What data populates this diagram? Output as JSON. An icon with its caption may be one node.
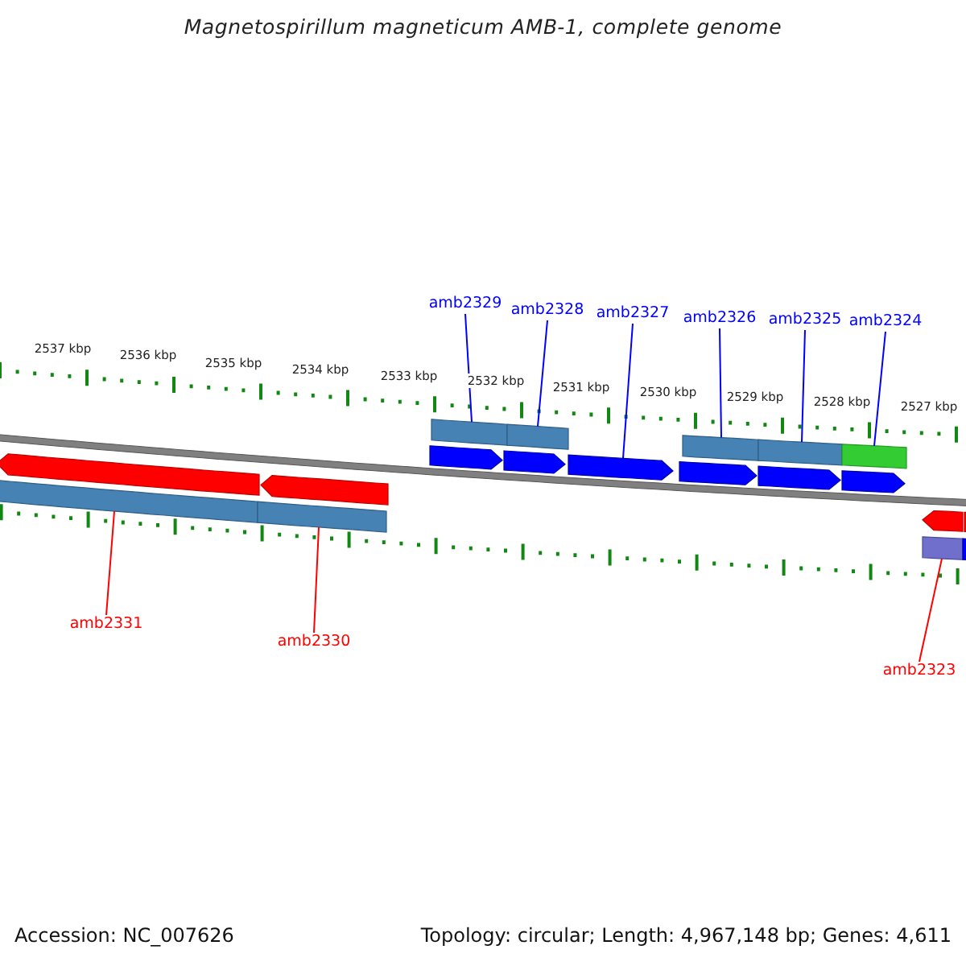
{
  "diagram": {
    "title": "Magnetospirillum magneticum AMB-1, complete genome",
    "nodes": [
      {
        "text": [
          "amb2329"
        ]
      },
      {
        "text": [
          "amb2328"
        ]
      },
      {
        "text": [
          "amb2327"
        ]
      },
      {
        "text": [
          "amb2326"
        ]
      },
      {
        "text": [
          "amb2325"
        ]
      },
      {
        "text": [
          "amb2324"
        ]
      },
      {
        "text": [
          "amb2331"
        ]
      },
      {
        "text": [
          "amb2330"
        ]
      },
      {
        "text": [
          "amb2323"
        ]
      },
      {
        "text": [],
        "shape": "bar"
      },
      {
        "text": [],
        "shape": "bar"
      },
      {
        "text": [],
        "shape": "bar"
      },
      {
        "text": [],
        "shape": "bar"
      },
      {
        "text": [],
        "shape": "bar"
      },
      {
        "text": [],
        "shape": "block"
      },
      {
        "text": [],
        "shape": "block"
      },
      {
        "text": [],
        "shape": "block"
      },
      {
        "text": [],
        "shape": "block"
      },
      {
        "text": [],
        "shape": "block"
      },
      {
        "text": [],
        "shape": "block"
      },
      {
        "text": [],
        "shape": "block"
      },
      {
        "text": [],
        "shape": "block"
      },
      {
        "text": [],
        "shape": "block"
      },
      {
        "text": [],
        "shape": "block"
      },
      {
        "text": [],
        "shape": "bar"
      },
      {
        "text": [],
        "shape": "bar"
      },
      {
        "text": [],
        "shape": "bar"
      },
      {
        "text": [],
        "shape": "bar"
      }
    ],
    "edges": [
      {
        "from": 0,
        "to": 9,
        "arrow": "none"
      },
      {
        "from": 1,
        "to": 10,
        "arrow": "none"
      },
      {
        "from": 2,
        "to": 16,
        "arrow": "none"
      },
      {
        "from": 3,
        "to": 11,
        "arrow": "none"
      },
      {
        "from": 4,
        "to": 12,
        "arrow": "none"
      },
      {
        "from": 5,
        "to": 13,
        "arrow": "none"
      },
      {
        "from": 6,
        "to": 24,
        "arrow": "none",
        "color": "#ff0000"
      },
      {
        "from": 7,
        "to": 25,
        "arrow": "none",
        "color": "#ff0000"
      },
      {
        "from": 8,
        "to": 26,
        "arrow": "none",
        "color": "#ff0000"
      }
    ],
    "labels": [
      "2537 kbp",
      "2536 kbp",
      "2535 kbp",
      "2534 kbp",
      "2533 kbp",
      "2532 kbp",
      "2531 kbp",
      "2530 kbp",
      "2529 kbp",
      "2528 kbp",
      "2527 kbp",
      "Accession: NC_007626",
      "Topology: circular; Length: 4,967,148 bp; Genes: 4,611"
    ]
  }
}
